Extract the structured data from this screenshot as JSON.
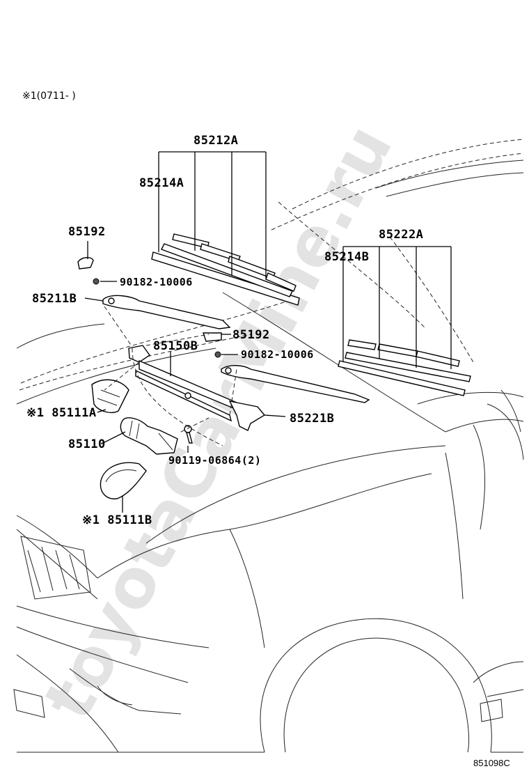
{
  "diagram": {
    "note": "※1(0711-   )",
    "figure_number": "851098C",
    "watermark": "toyotaCarMine.ru",
    "labels": {
      "wiper_blade_front": "85212A",
      "blade_rubber_front": "85214A",
      "cap_upper": "85192",
      "nut_upper": "90182-10006",
      "arm_front": "85211B",
      "cap_lower": "85192",
      "link_assembly": "85150B",
      "nut_lower": "90182-10006",
      "cover_a": "※1 85111A",
      "motor": "85110",
      "bolt": "90119-06864(2)",
      "arm_rear": "85221B",
      "wiper_blade_rear": "85222A",
      "blade_rubber_rear": "85214B",
      "cover_b": "※1 85111B"
    }
  }
}
